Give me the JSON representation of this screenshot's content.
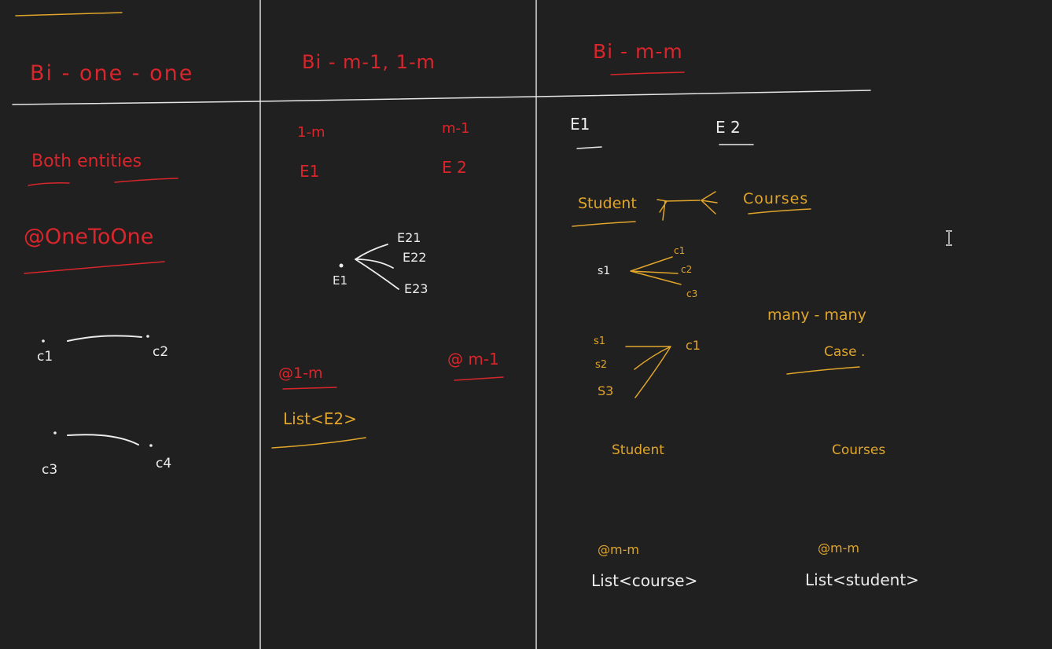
{
  "colors": {
    "background": "#202020",
    "red": "#d9262c",
    "yellow": "#e0a52a",
    "white": "#ececec"
  },
  "section_one_one": {
    "heading": "Bi -  one - one",
    "both_entities": "Both    entities",
    "annotation": "@OneToOne",
    "c1": "c1",
    "c2": "c2",
    "c3": "c3",
    "c4": "c4"
  },
  "section_many": {
    "heading": "Bi  -    m-1, 1-m",
    "one_to_many": "1-m",
    "many_to_one": "m-1",
    "e1": "E1",
    "e2": "E 2",
    "e1_node": "E1",
    "e21": "E21",
    "e22": "E22",
    "e23": "E23",
    "annotation_1m": "@1-m",
    "annotation_m1": "@ m-1",
    "list": "List<E2>"
  },
  "section_m_m": {
    "heading": "Bi -  m-m",
    "e1": "E1",
    "e2": "E 2",
    "student": "Student",
    "courses": "Courses",
    "s1": "s1",
    "c1": "c1",
    "c2": "c2",
    "c3": "c3",
    "s1b": "s1",
    "s2": "s2",
    "s3": "S3",
    "c1b": "c1",
    "many_many": "many - many",
    "case": "Case .",
    "student2": "Student",
    "courses2": "Courses",
    "annot_left": "@m-m",
    "annot_right": "@m-m",
    "list_course": "List<course>",
    "list_student": "List<student>"
  },
  "icons": {
    "cursor": "text-cursor-icon"
  }
}
